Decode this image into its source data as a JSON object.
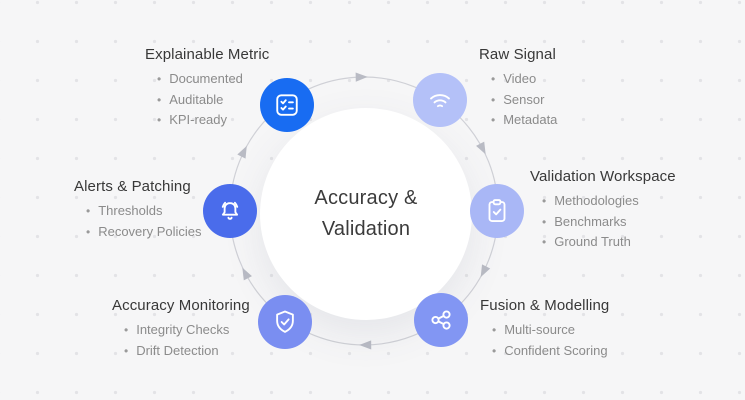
{
  "center": {
    "line1": "Accuracy &",
    "line2": "Validation"
  },
  "glyphs": {
    "bullet": "•"
  },
  "colors": {
    "background": "#f6f6f7",
    "background_dots": "#e3e3e6",
    "ring": "#cfd0d6",
    "arrow": "#b9bbc4",
    "center_circle": "#ffffff",
    "title_text": "#383838",
    "item_text": "#8b8b8b"
  },
  "nodes": [
    {
      "id": "explainable-metric",
      "title": "Explainable Metric",
      "icon": "checklist-icon",
      "color": "#186cf2",
      "items": [
        "Documented",
        "Auditable",
        "KPI-ready"
      ]
    },
    {
      "id": "raw-signal",
      "title": "Raw Signal",
      "icon": "wifi-signal-icon",
      "color": "#b4c1f8",
      "items": [
        "Video",
        "Sensor",
        "Metadata"
      ]
    },
    {
      "id": "validation-workspace",
      "title": "Validation Workspace",
      "icon": "clipboard-check-icon",
      "color": "#a9b7f6",
      "items": [
        "Methodologies",
        "Benchmarks",
        "Ground Truth"
      ]
    },
    {
      "id": "fusion-modelling",
      "title": "Fusion & Modelling",
      "icon": "share-network-icon",
      "color": "#8296f3",
      "items": [
        "Multi-source",
        "Confident Scoring"
      ]
    },
    {
      "id": "accuracy-monitoring",
      "title": "Accuracy Monitoring",
      "icon": "shield-check-icon",
      "color": "#7a8ef1",
      "items": [
        "Integrity Checks",
        "Drift Detection"
      ]
    },
    {
      "id": "alerts-patching",
      "title": "Alerts & Patching",
      "icon": "bell-icon",
      "color": "#4a6ceb",
      "items": [
        "Thresholds",
        "Recovery Policies"
      ]
    }
  ]
}
